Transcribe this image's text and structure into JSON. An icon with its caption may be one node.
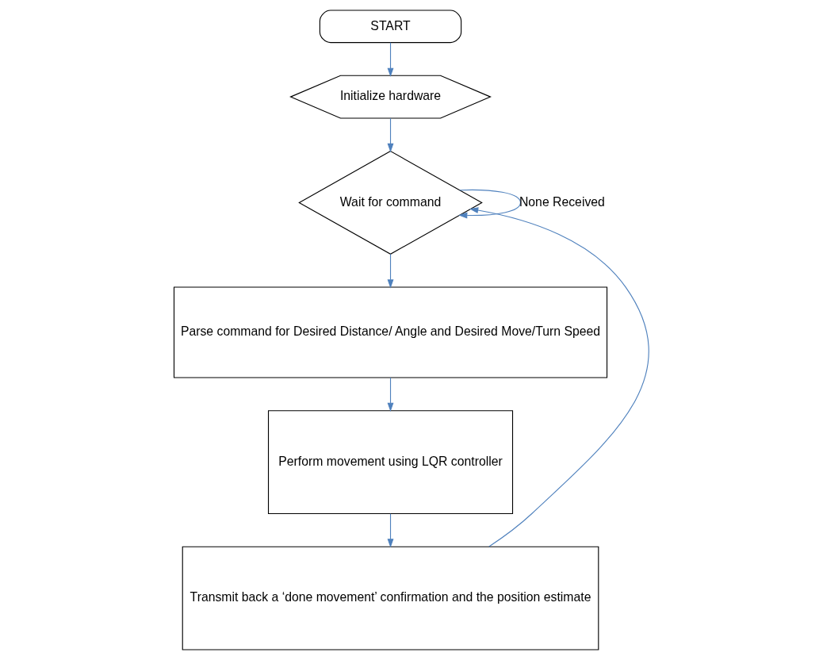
{
  "diagram": {
    "nodes": [
      {
        "text": [
          "START"
        ]
      },
      {
        "text": [
          "Initialize hardware"
        ]
      },
      {
        "text": [
          "Wait for command"
        ]
      },
      {
        "text": [
          "Parse command for Desired Distance/ Angle and Desired Move/Turn Speed"
        ]
      },
      {
        "text": [
          "Perform movement using LQR controller"
        ]
      },
      {
        "text": [
          "Transmit back a ‘done movement’ confirmation and the position estimate"
        ]
      }
    ],
    "edges": [
      {
        "from": 0,
        "to": 1,
        "arrow": "to"
      },
      {
        "from": 1,
        "to": 2,
        "arrow": "to"
      },
      {
        "from": 2,
        "to": 2,
        "arrow": "to",
        "label": "None Received"
      },
      {
        "from": 2,
        "to": 3,
        "arrow": "to"
      },
      {
        "from": 3,
        "to": 4,
        "arrow": "to"
      },
      {
        "from": 4,
        "to": 5,
        "arrow": "to"
      },
      {
        "from": 5,
        "to": 2,
        "arrow": "to"
      }
    ]
  }
}
